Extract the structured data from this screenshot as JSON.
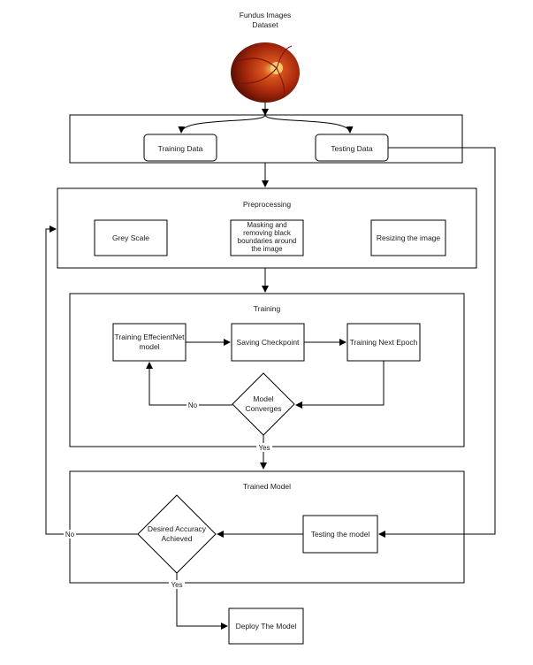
{
  "dataset": {
    "line1": "Fundus Images",
    "line2": "Dataset"
  },
  "split": {
    "training": "Training Data",
    "testing": "Testing Data"
  },
  "preprocessing": {
    "title": "Preprocessing",
    "grey": "Grey Scale",
    "mask": [
      "Masking and",
      "removing black",
      "boundaries around",
      "the image"
    ],
    "resize": "Resizing the image"
  },
  "training": {
    "title": "Training",
    "effnet": [
      "Training EffecientNet",
      "model"
    ],
    "checkpoint": "Saving Checkpoint",
    "next_epoch": "Training Next Epoch",
    "converges": [
      "Model",
      "Converges"
    ],
    "no": "No",
    "yes": "Yes"
  },
  "trained": {
    "title": "Trained Model",
    "accuracy": [
      "Desired Accuracy",
      "Achieved"
    ],
    "testing_model": "Testing the model",
    "no": "No",
    "yes": "Yes"
  },
  "deploy": "Deploy The Model"
}
